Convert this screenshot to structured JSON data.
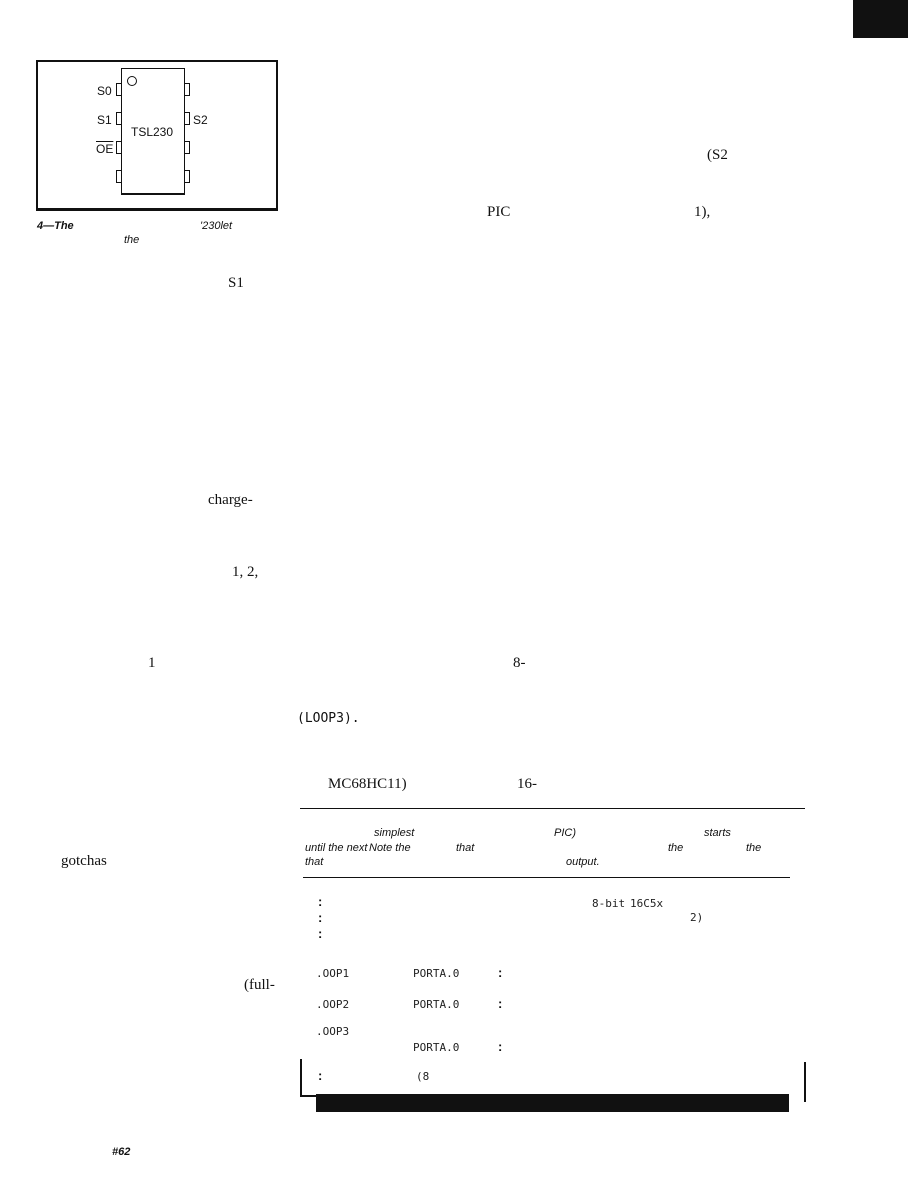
{
  "figure": {
    "chip_name": "TSL230",
    "pins_left": [
      "S0",
      "S1",
      "OE",
      ""
    ],
    "pins_right": [
      "",
      "S2",
      "",
      ""
    ],
    "caption_prefix": "4—The",
    "caption_word2": "'230let",
    "caption_word3": "the"
  },
  "text_fragments": {
    "f_s2": "(S2",
    "f_pic": "PIC",
    "f_one_paren": "1),",
    "f_s1": "S1",
    "f_charge": "charge-",
    "f_one_two": "1, 2,",
    "f_one": "1",
    "f_eight": "8-",
    "f_loop3": "(LOOP3).",
    "f_mc68": "MC68HC11)",
    "f_sixteen": "16-",
    "f_gotchas": "gotchas",
    "f_full": "(full-"
  },
  "listing": {
    "header_line1": [
      "simplest",
      "PIC)",
      "starts"
    ],
    "header_line2": [
      "until the next",
      "Note the",
      "that",
      "the",
      "the"
    ],
    "header_line3": [
      "that",
      "output."
    ],
    "comment_code_a": "8-bit",
    "comment_code_b": "16C5x",
    "comment_code_c": "2)",
    "colon": ":",
    "loop1_label": ".OOP1",
    "loop1_operand": "PORTA.0",
    "loop2_label": ".OOP2",
    "loop2_operand": "PORTA.0",
    "loop3_label": ".OOP3",
    "loop3_operand": "PORTA.0",
    "final_paren": "(8"
  },
  "footer": {
    "issue": "#62"
  }
}
